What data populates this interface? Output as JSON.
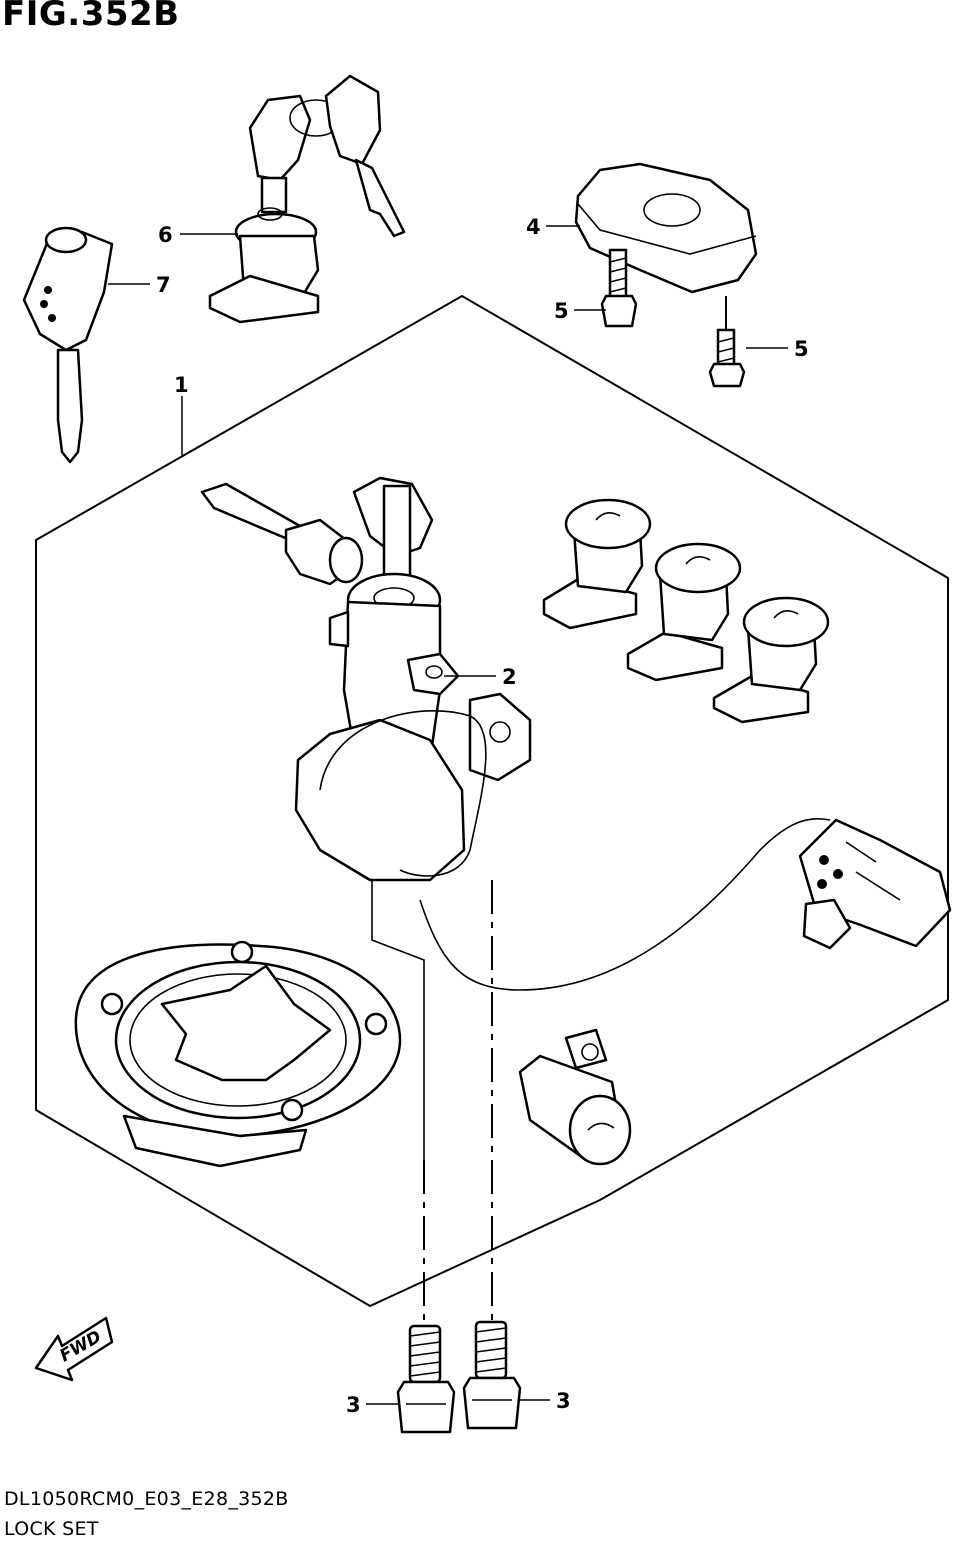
{
  "header": {
    "figure_title": "FIG.352B"
  },
  "footer": {
    "model_code": "DL1050RCM0_E03_E28_352B",
    "caption": "LOCK SET"
  },
  "callouts": [
    {
      "id": "1",
      "label": "1"
    },
    {
      "id": "2",
      "label": "2"
    },
    {
      "id": "3a",
      "label": "3"
    },
    {
      "id": "3b",
      "label": "3"
    },
    {
      "id": "4",
      "label": "4"
    },
    {
      "id": "5a",
      "label": "5"
    },
    {
      "id": "5b",
      "label": "5"
    },
    {
      "id": "6",
      "label": "6"
    },
    {
      "id": "7",
      "label": "7"
    }
  ],
  "direction_arrow": {
    "label": "FWD"
  }
}
